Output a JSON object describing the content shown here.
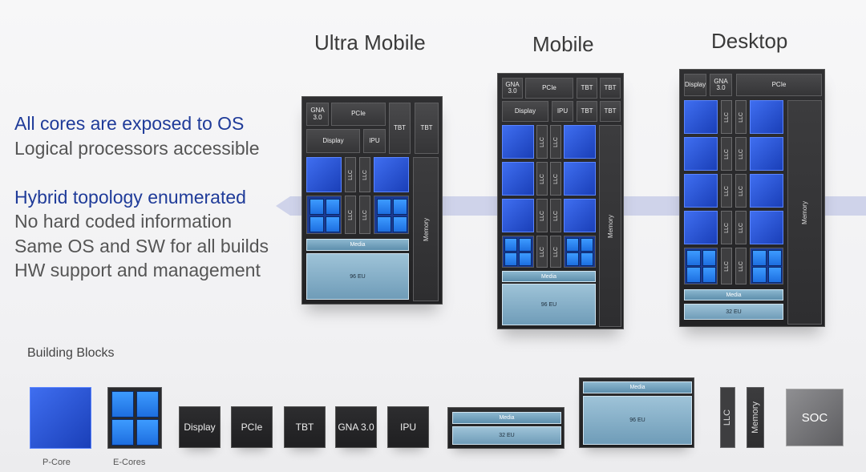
{
  "columns": [
    {
      "title": "Ultra Mobile",
      "gpu_label": "96 EU"
    },
    {
      "title": "Mobile",
      "gpu_label": "96 EU"
    },
    {
      "title": "Desktop",
      "gpu_label": "32 EU"
    }
  ],
  "left_text": {
    "line1": "All cores are exposed to OS",
    "line2": "Logical processors accessible",
    "line3": "Hybrid topology enumerated",
    "line4": "No hard coded information",
    "line5": "Same OS and SW for all builds",
    "line6": "HW support and management"
  },
  "blocks": {
    "gna": "GNA 3.0",
    "pcie": "PCIe",
    "tbt": "TBT",
    "display": "Display",
    "ipu": "IPU",
    "llc": "LLC",
    "memory": "Memory",
    "media": "Media"
  },
  "building_blocks": {
    "title": "Building Blocks",
    "pcore_label": "P-Core",
    "ecores_label": "E-Cores",
    "display": "Display",
    "pcie": "PCIe",
    "tbt": "TBT",
    "gna": "GNA 3.0",
    "ipu": "IPU",
    "media": "Media",
    "gpu_small": "32 EU",
    "gpu_large": "96 EU",
    "llc": "LLC",
    "memory": "Memory",
    "soc": "SOC"
  },
  "colors": {
    "accent_blue": "#1f3b99",
    "band": "#cfd3ea"
  }
}
